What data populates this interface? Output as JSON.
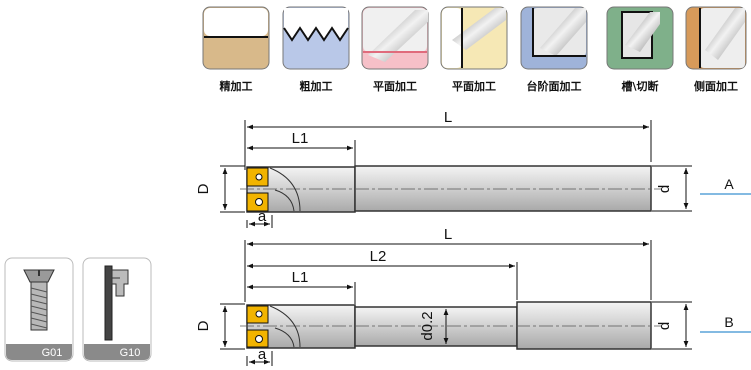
{
  "operations": [
    "精加工",
    "粗加工",
    "平面加工",
    "平面加工",
    "台阶面加工",
    "槽\\切断",
    "侧面加工"
  ],
  "dims": {
    "L_top": "L",
    "L1_top": "L1",
    "D_top": "D",
    "d_top": "d",
    "a_top": "a",
    "type_a": "A",
    "L_bot": "L",
    "L2_bot": "L2",
    "L1_bot": "L1",
    "D_bot": "D",
    "d_bot": "d",
    "a_bot": "a",
    "d02": "d0.2",
    "type_b": "B"
  },
  "parts": [
    "G01",
    "G10"
  ],
  "colors": {
    "insert": "#f2b400",
    "tool": "#d6d6d6",
    "tag_line": "#5aa3d8"
  }
}
